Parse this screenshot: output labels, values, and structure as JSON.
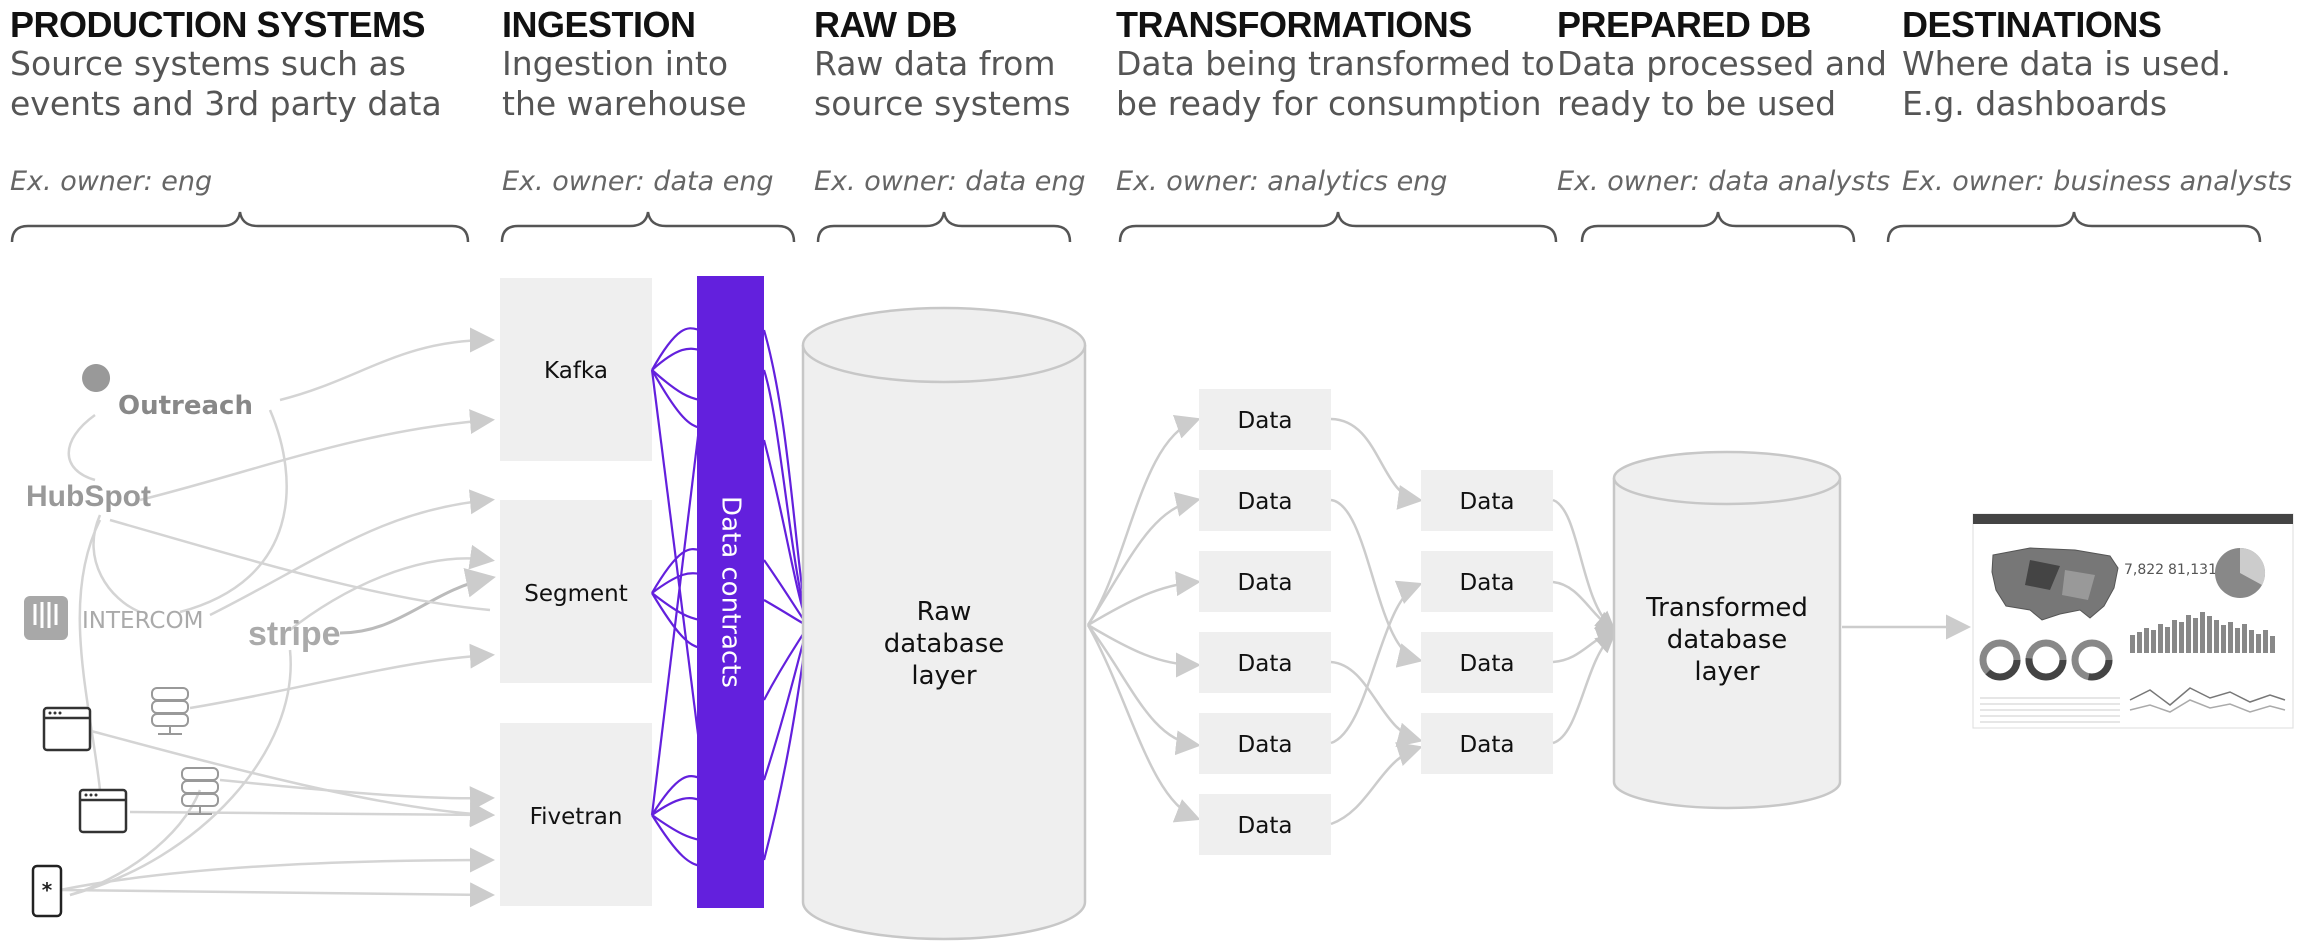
{
  "columns": [
    {
      "title": "PRODUCTION SYSTEMS",
      "desc": "Source systems such as\nevents and 3rd party data",
      "owner": "Ex. owner: eng"
    },
    {
      "title": "INGESTION",
      "desc": "Ingestion into\nthe warehouse",
      "owner": "Ex. owner: data eng"
    },
    {
      "title": "RAW DB",
      "desc": "Raw data from\nsource systems",
      "owner": "Ex. owner: data eng"
    },
    {
      "title": "TRANSFORMATIONS",
      "desc": "Data being transformed to\nbe ready for consumption",
      "owner": "Ex. owner: analytics eng"
    },
    {
      "title": "PREPARED DB",
      "desc": "Data processed and\nready to be used",
      "owner": "Ex. owner: data analysts"
    },
    {
      "title": "DESTINATIONS",
      "desc": "Where data is used.\nE.g. dashboards",
      "owner": "Ex. owner: business analysts"
    }
  ],
  "sources": {
    "outreach": "Outreach",
    "hubspot": "HubSpot",
    "intercom": "INTERCOM",
    "stripe": "stripe"
  },
  "ingestion": [
    "Kafka",
    "Segment",
    "Fivetran"
  ],
  "contracts_label": "Data contracts",
  "raw_db": [
    "Raw",
    "database",
    "layer"
  ],
  "transform_nodes": [
    "Data",
    "Data",
    "Data",
    "Data",
    "Data",
    "Data"
  ],
  "prepared_nodes": [
    "Data",
    "Data",
    "Data",
    "Data"
  ],
  "prepared_db": [
    "Transformed",
    "database",
    "layer"
  ],
  "dashboard": {
    "kpi1": "7,822",
    "kpi2": "81,131"
  },
  "colors": {
    "contracts": "#6320dd",
    "boxes": "#efefef",
    "arrows": "#cccccc",
    "brace": "#555555"
  }
}
